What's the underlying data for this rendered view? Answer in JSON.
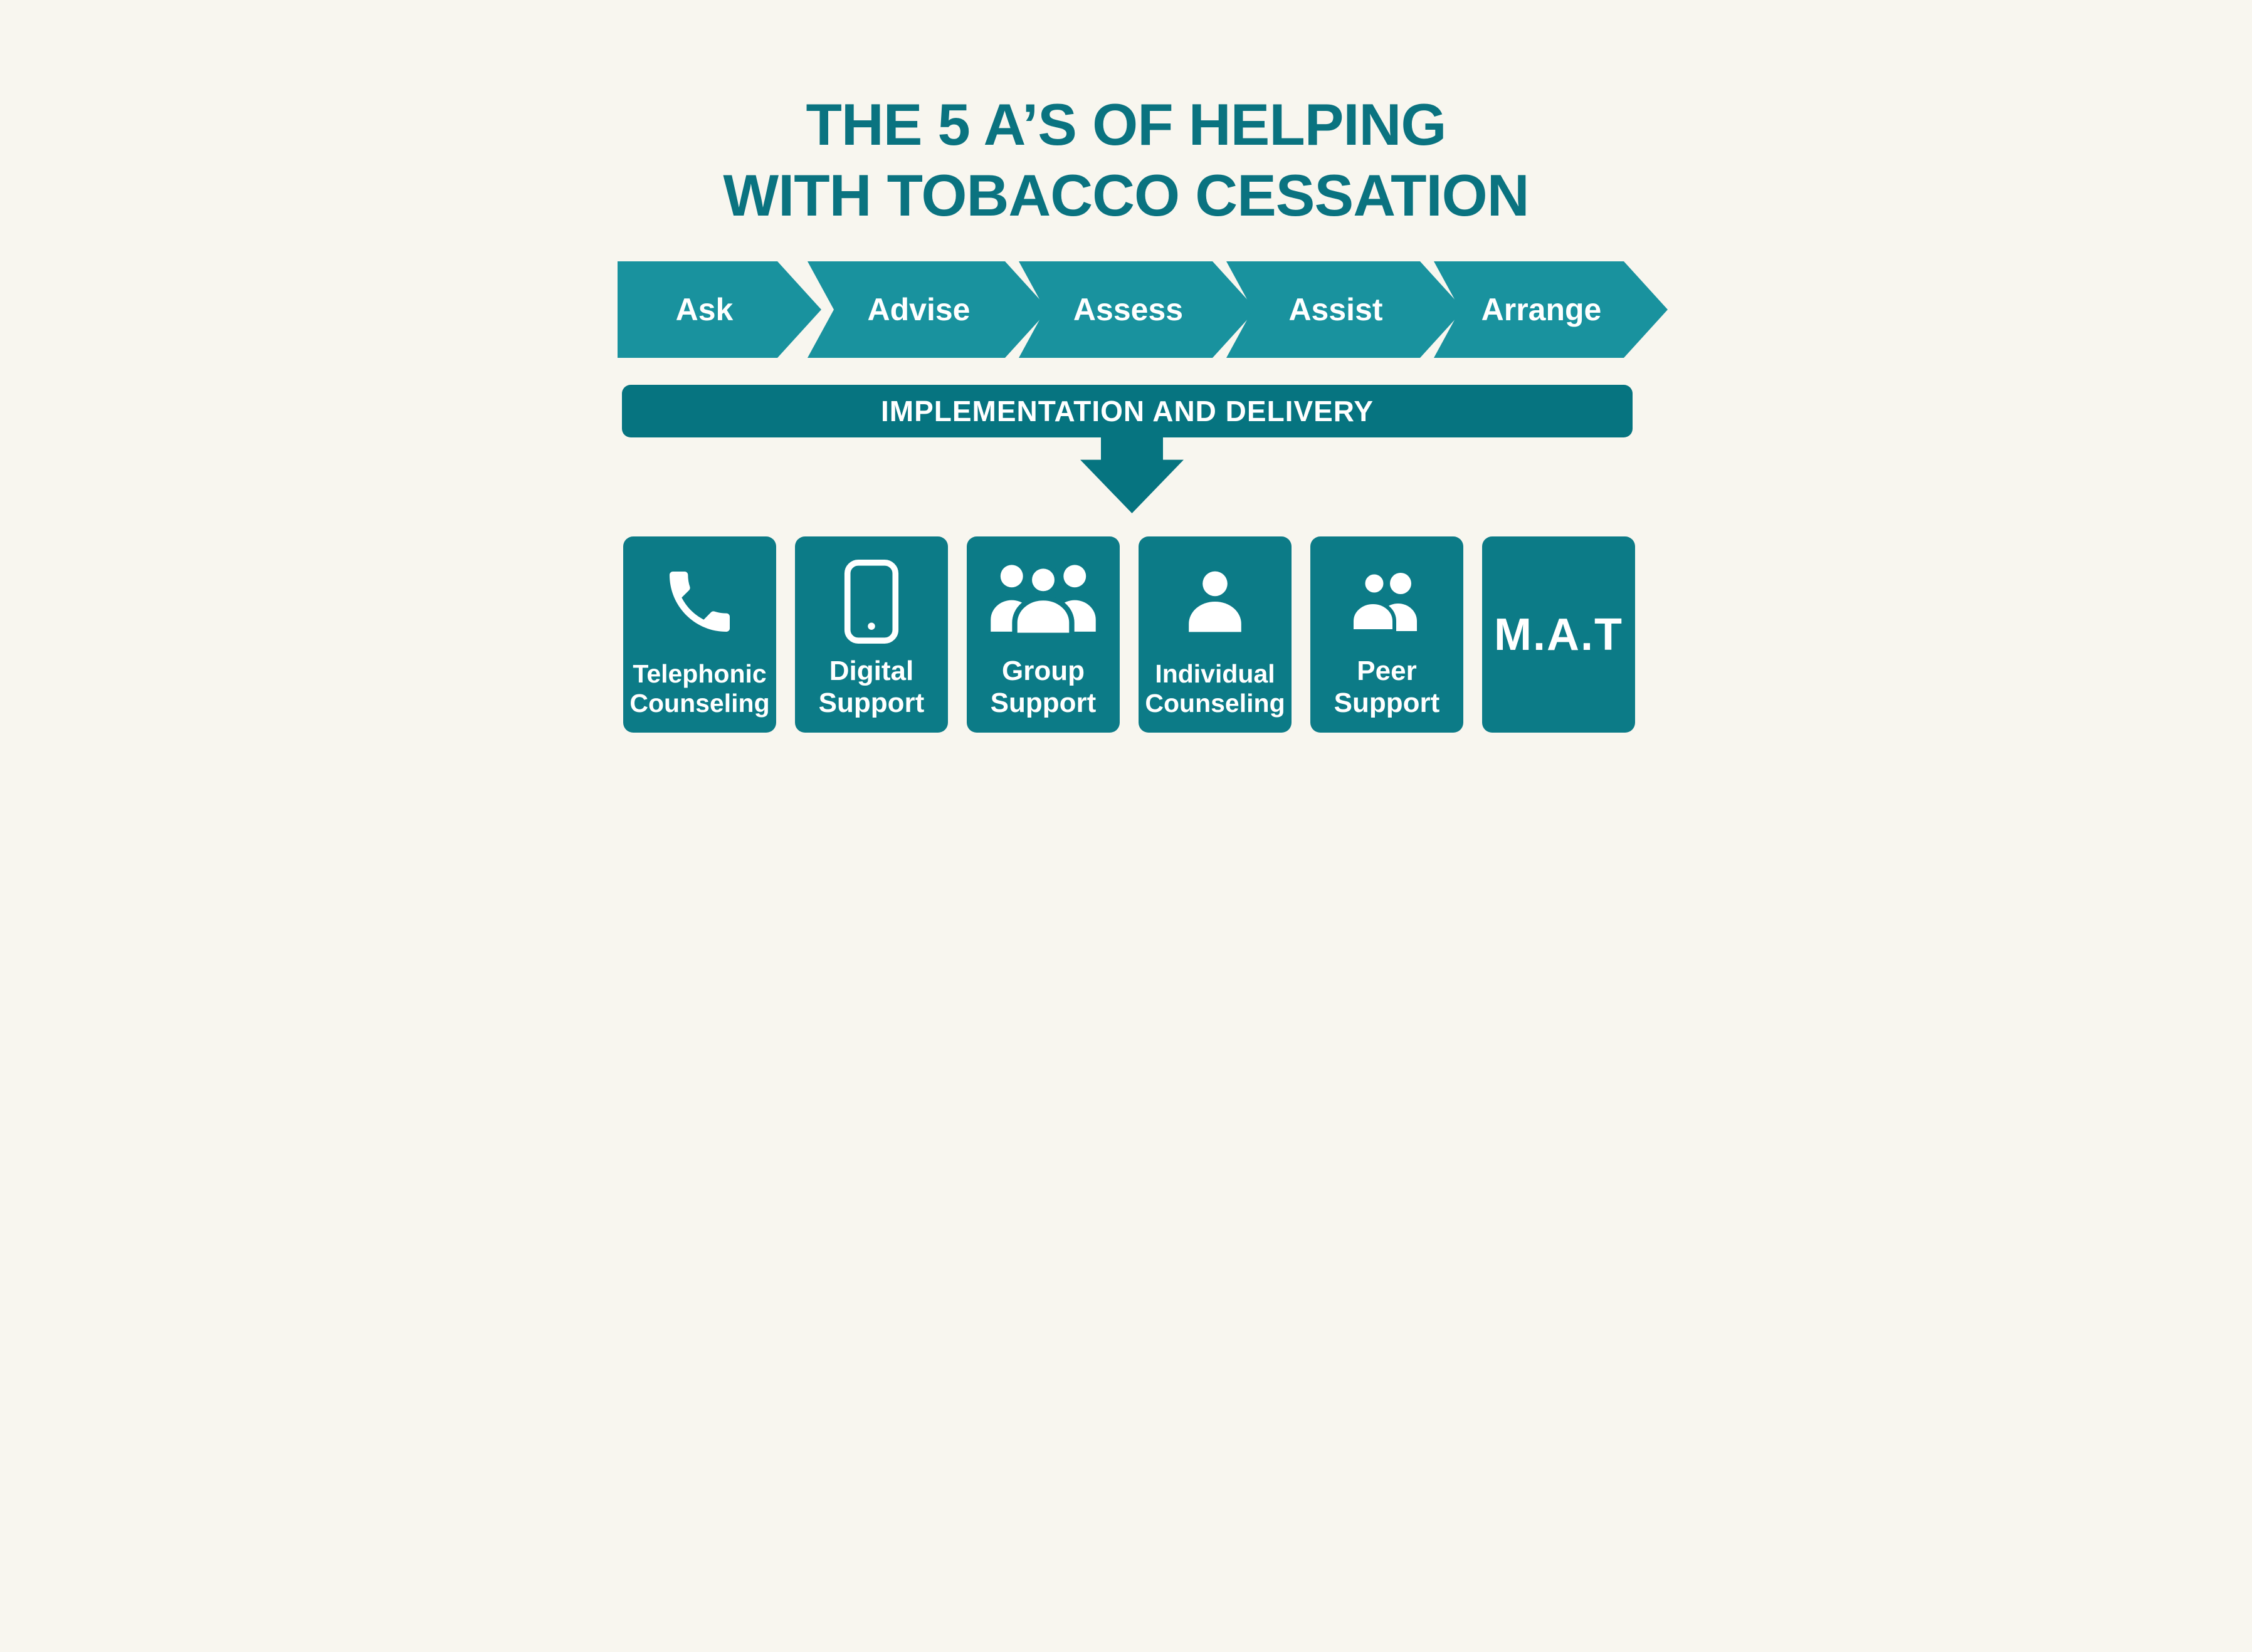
{
  "title": {
    "line1": "THE 5 A’S OF HELPING",
    "line2": "WITH TOBACCO CESSATION"
  },
  "process": {
    "steps": [
      {
        "label": "Ask"
      },
      {
        "label": "Advise"
      },
      {
        "label": "Assess"
      },
      {
        "label": "Assist"
      },
      {
        "label": "Arrange"
      }
    ]
  },
  "implementation": {
    "label": "IMPLEMENTATION AND DELIVERY"
  },
  "delivery_methods": [
    {
      "icon": "phone-icon",
      "lines": [
        "Telephonic",
        "Counseling"
      ]
    },
    {
      "icon": "smartphone-icon",
      "lines": [
        "Digital",
        "Support"
      ]
    },
    {
      "icon": "group-icon",
      "lines": [
        "Group",
        "Support"
      ]
    },
    {
      "icon": "person-icon",
      "lines": [
        "Individual",
        "Counseling"
      ]
    },
    {
      "icon": "peers-icon",
      "lines": [
        "Peer",
        "Support"
      ]
    },
    {
      "icon": "none",
      "big_text": "M.A.T"
    }
  ],
  "colors": {
    "background": "#F8F6EF",
    "title_teal": "#0A7380",
    "chevron_teal": "#19929E",
    "banner_teal": "#067480",
    "card_teal": "#0C7B87",
    "text_white": "#FFFFFF"
  }
}
